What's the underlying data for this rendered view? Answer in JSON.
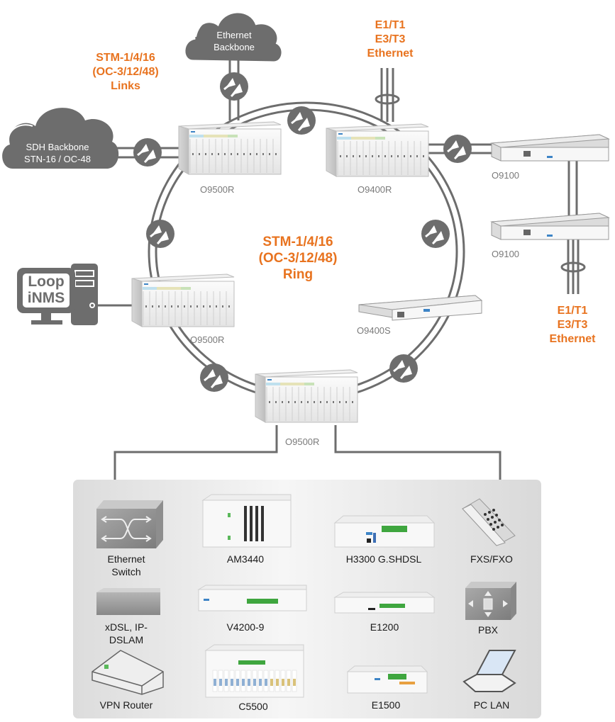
{
  "colors": {
    "accent_orange": "#e8731f",
    "link_gray": "#6d6d6d",
    "device_label": "#7a7a7a",
    "panel_bg": "#e6e6e6"
  },
  "labels": {
    "links": [
      "STM-1/4/16",
      "(OC-3/12/48)",
      "Links"
    ],
    "tributaries_top": [
      "E1/T1",
      "E3/T3",
      "Ethernet"
    ],
    "tributaries_right": [
      "E1/T1",
      "E3/T3",
      "Ethernet"
    ],
    "ring": [
      "STM-1/4/16",
      "(OC-3/12/48)",
      "Ring"
    ]
  },
  "clouds": {
    "ethernet_backbone": [
      "Ethernet",
      "Backbone"
    ],
    "sdh_backbone": [
      "SDH Backbone",
      "STN-16 / OC-48"
    ]
  },
  "nms": {
    "line1": "Loop",
    "line2": "iNMS"
  },
  "ring_nodes": {
    "top_left": "O9500R",
    "top_right": "O9400R",
    "left": "O9500R",
    "right": "O9400S",
    "bottom": "O9500R"
  },
  "chain_nodes": [
    "O9100",
    "O9100"
  ],
  "access_devices": [
    {
      "label": "Ethernet\nSwitch",
      "lines": [
        "Ethernet",
        "Switch"
      ],
      "icon": "ethernet-switch-icon"
    },
    {
      "label": "AM3440",
      "lines": [
        "AM3440"
      ],
      "icon": "am3440-chassis-icon"
    },
    {
      "label": "H3300 G.SHDSL",
      "lines": [
        "H3300 G.SHDSL"
      ],
      "icon": "h3300-modem-icon"
    },
    {
      "label": "FXS/FXO",
      "lines": [
        "FXS/FXO"
      ],
      "icon": "telephone-icon"
    },
    {
      "label": "xDSL, IP-DSLAM",
      "lines": [
        "xDSL, IP-",
        "DSLAM"
      ],
      "icon": "dslam-box-icon"
    },
    {
      "label": "V4200-9",
      "lines": [
        "V4200-9"
      ],
      "icon": "v4200-unit-icon"
    },
    {
      "label": "E1200",
      "lines": [
        "E1200"
      ],
      "icon": "e1200-unit-icon"
    },
    {
      "label": "PBX",
      "lines": [
        "PBX"
      ],
      "icon": "pbx-cube-icon"
    },
    {
      "label": "VPN Router",
      "lines": [
        "VPN Router"
      ],
      "icon": "vpn-router-icon"
    },
    {
      "label": "C5500",
      "lines": [
        "C5500"
      ],
      "icon": "c5500-chassis-icon"
    },
    {
      "label": "E1500",
      "lines": [
        "E1500"
      ],
      "icon": "e1500-unit-icon"
    },
    {
      "label": "PC LAN",
      "lines": [
        "PC LAN"
      ],
      "icon": "laptop-icon"
    }
  ]
}
